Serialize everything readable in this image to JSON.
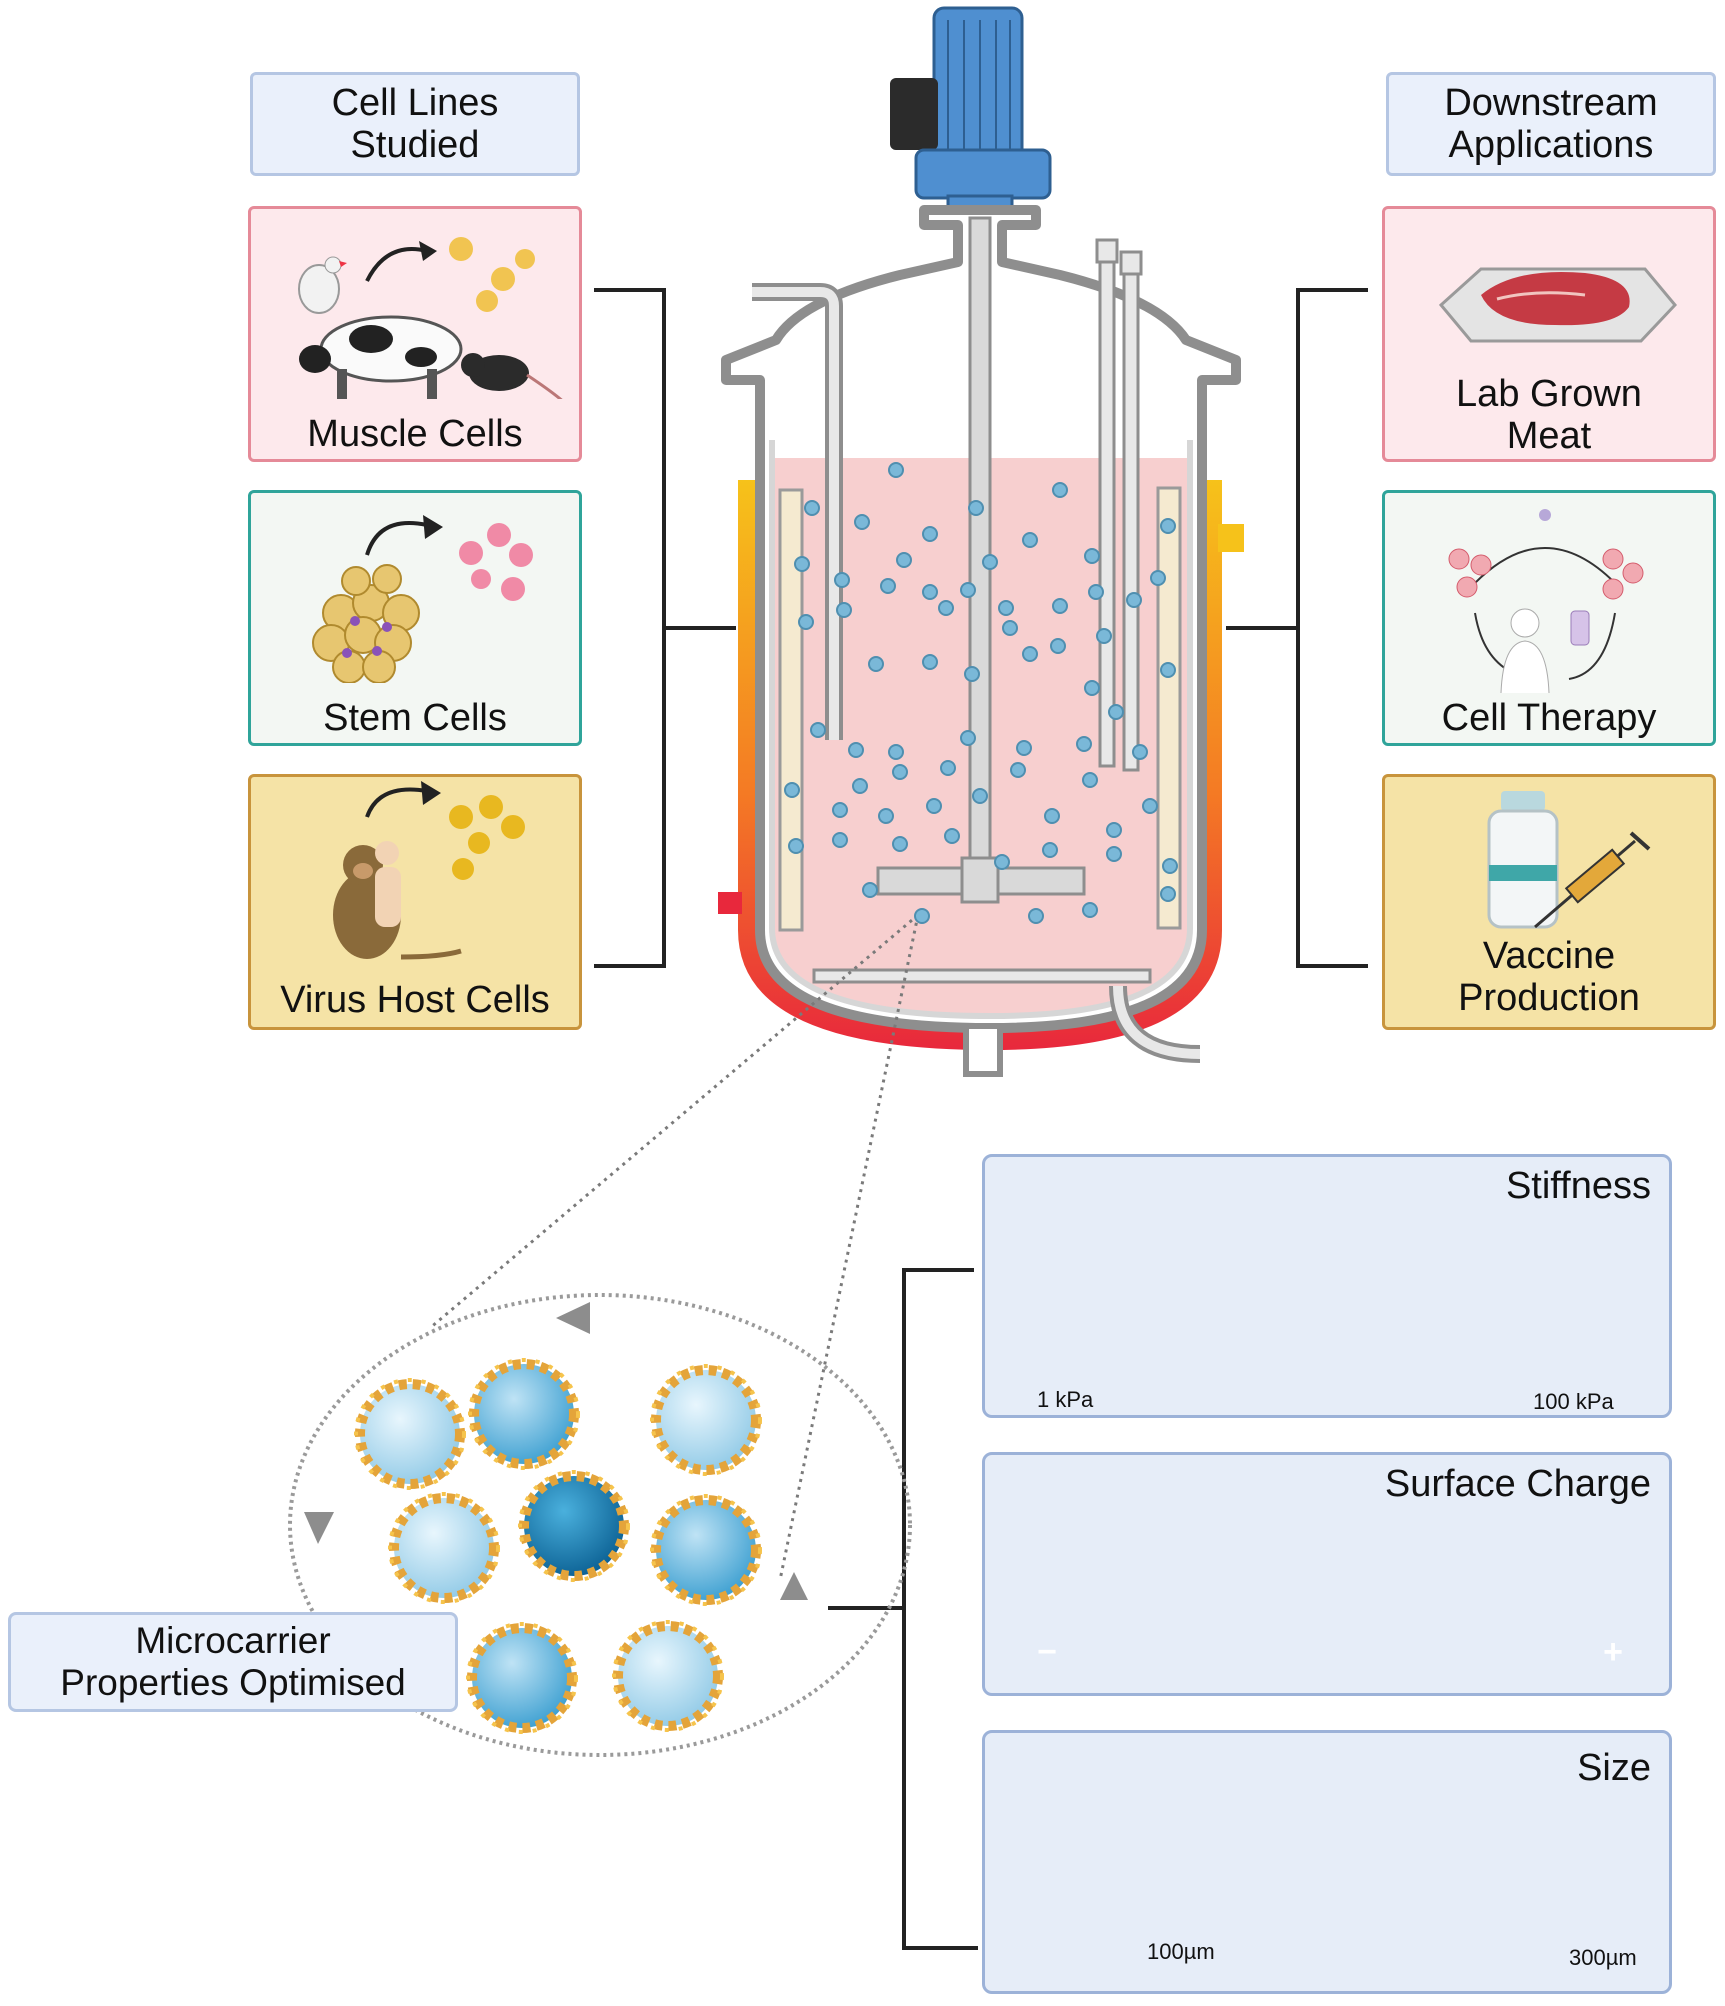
{
  "left_header": "Cell Lines\nStudied",
  "right_header": "Downstream\nApplications",
  "cell_lines": [
    {
      "label": "Muscle Cells",
      "icon": "animals-icon"
    },
    {
      "label": "Stem Cells",
      "icon": "stem-cell-cluster-icon"
    },
    {
      "label": "Virus Host Cells",
      "icon": "monkey-human-icon"
    }
  ],
  "applications": [
    {
      "label": "Lab Grown\nMeat",
      "icon": "meat-tray-icon"
    },
    {
      "label": "Cell Therapy",
      "icon": "cell-therapy-cycle-icon"
    },
    {
      "label": "Vaccine\nProduction",
      "icon": "vial-syringe-icon"
    }
  ],
  "microcarrier_label": "Microcarrier\nProperties Optimised",
  "stiffness": {
    "title": "Stiffness",
    "min": "1 kPa",
    "max": "100 kPa"
  },
  "surface_charge": {
    "title": "Surface Charge",
    "neg": "−",
    "pos": "+"
  },
  "size": {
    "title": "Size",
    "min": "100µm",
    "max": "300µm"
  },
  "colors": {
    "medium": "#f7cfcf",
    "bead": "#7ab8d8",
    "jacket_top": "#f6c21a",
    "jacket_bottom": "#e8283c",
    "motor": "#4f8fd0"
  }
}
